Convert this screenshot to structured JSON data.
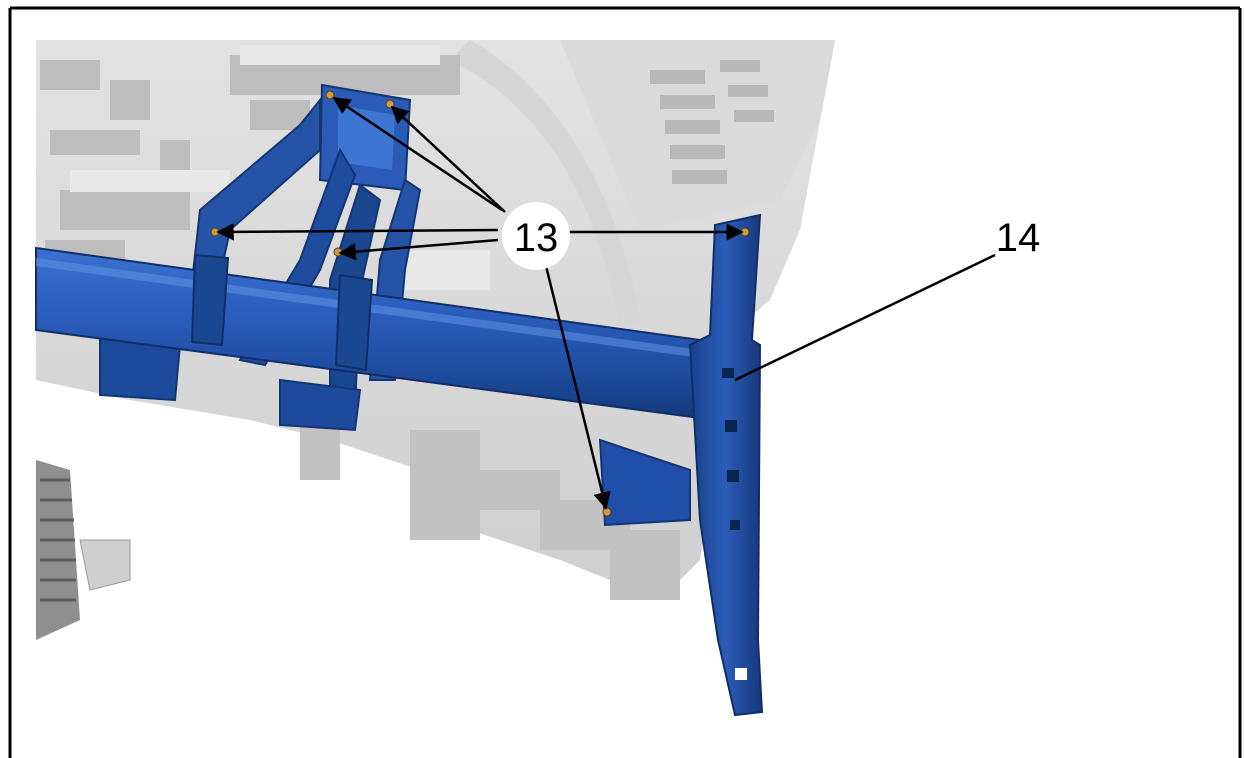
{
  "callouts": [
    {
      "id": "13",
      "label": "13"
    },
    {
      "id": "14",
      "label": "14"
    }
  ],
  "colors": {
    "bracket_blue": "#1f4fa8",
    "bracket_blue_light": "#3c78d4",
    "bracket_blue_dark": "#123672",
    "background_gray": "#c8c8c8",
    "frame": "#000000"
  }
}
